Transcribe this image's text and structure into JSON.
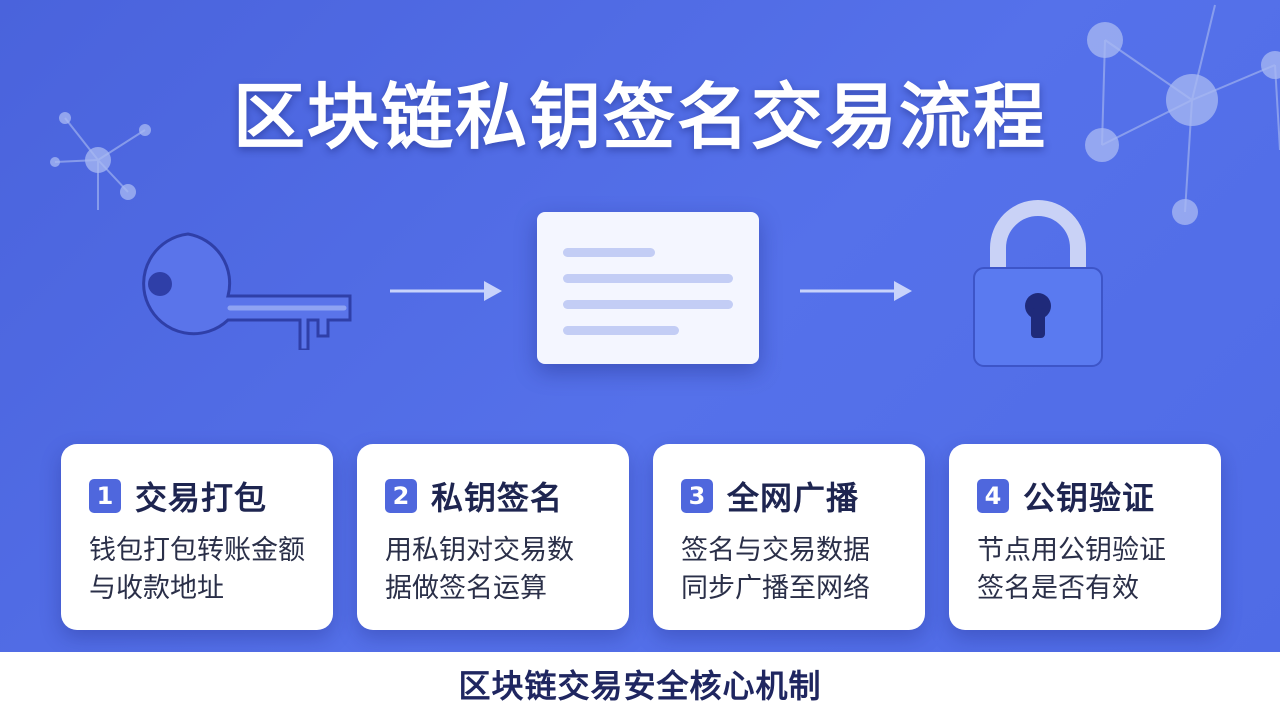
{
  "title": "区块链私钥签名交易流程",
  "icons": {
    "key": "key-icon",
    "document": "document-icon",
    "lock": "lock-icon",
    "arrow": "arrow-right-icon"
  },
  "steps": [
    {
      "number": "1",
      "title": "交易打包",
      "desc_line1": "钱包打包转账金额",
      "desc_line2": "与收款地址"
    },
    {
      "number": "2",
      "title": "私钥签名",
      "desc_line1": "用私钥对交易数",
      "desc_line2": "据做签名运算"
    },
    {
      "number": "3",
      "title": "全网广播",
      "desc_line1": "签名与交易数据",
      "desc_line2": "同步广播至网络"
    },
    {
      "number": "4",
      "title": "公钥验证",
      "desc_line1": "节点用公钥验证",
      "desc_line2": "签名是否有效"
    }
  ],
  "footer": "区块链交易安全核心机制",
  "colors": {
    "background": "#4f6be6",
    "accent": "#4f67dd",
    "key": "#5a74ea",
    "key_outline": "#2f3fa8",
    "card": "#ffffff",
    "text_dark": "#1e2550"
  }
}
